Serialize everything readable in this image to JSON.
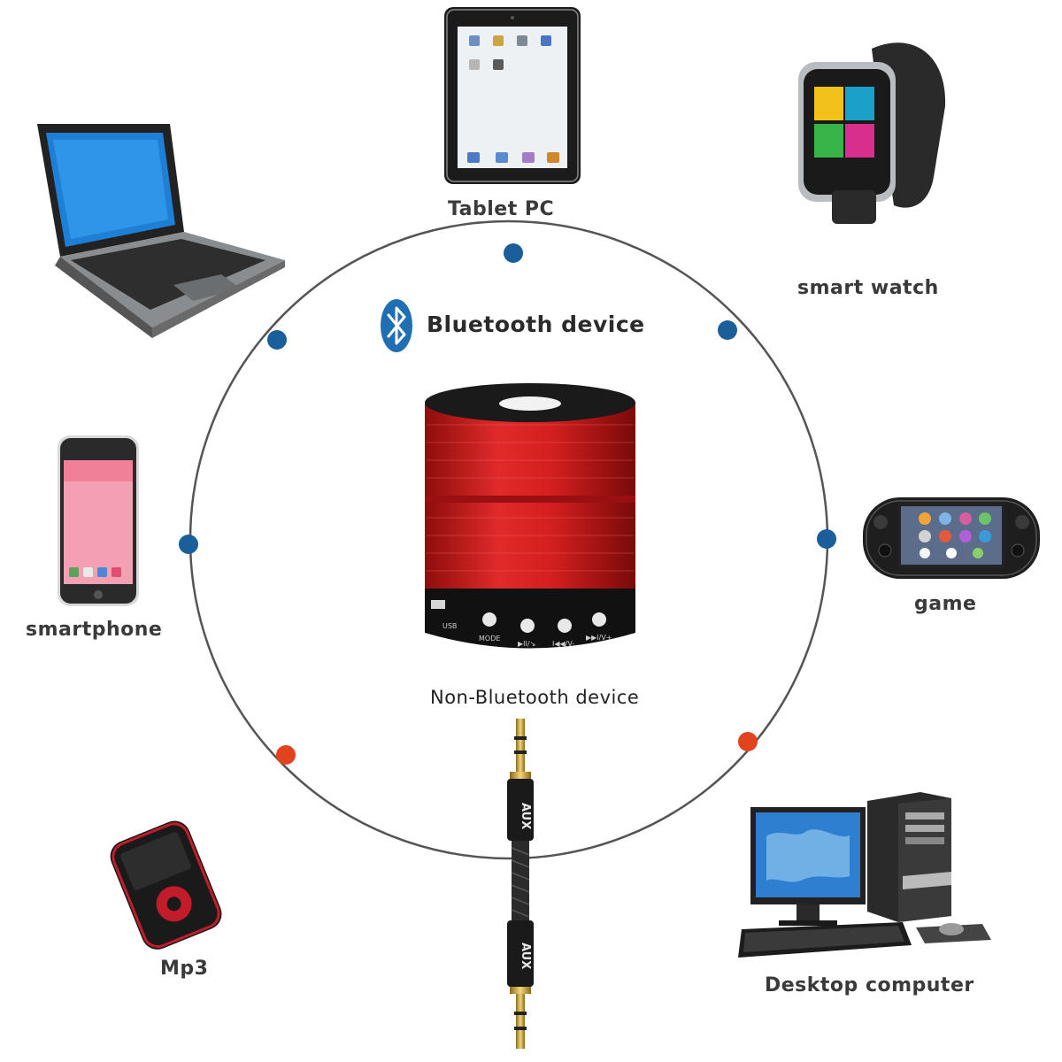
{
  "title": "Bluetooth device",
  "center_label": "Non-Bluetooth device",
  "cable_label": "AUX",
  "speaker": {
    "buttons": [
      "USB",
      "MODE",
      "▶II/↘",
      "I◀◀/V-",
      "▶▶I/V+"
    ]
  },
  "devices": [
    {
      "id": "tablet",
      "label": "Tablet PC",
      "icon": "tablet-icon"
    },
    {
      "id": "laptop",
      "label": "",
      "icon": "laptop-icon"
    },
    {
      "id": "watch",
      "label": "smart watch",
      "icon": "smart-watch-icon"
    },
    {
      "id": "phone",
      "label": "smartphone",
      "icon": "smartphone-icon"
    },
    {
      "id": "game",
      "label": "game",
      "icon": "game-console-icon"
    },
    {
      "id": "mp3",
      "label": "Mp3",
      "icon": "mp3-player-icon"
    },
    {
      "id": "desktop",
      "label": "Desktop computer",
      "icon": "desktop-computer-icon"
    }
  ],
  "colors": {
    "circle": "#555555",
    "bluetooth_dot": "#1a5e9a",
    "aux_dot": "#e0431e",
    "speaker_red": "#d41f1f",
    "bluetooth_icon": "#1f6fb2"
  }
}
